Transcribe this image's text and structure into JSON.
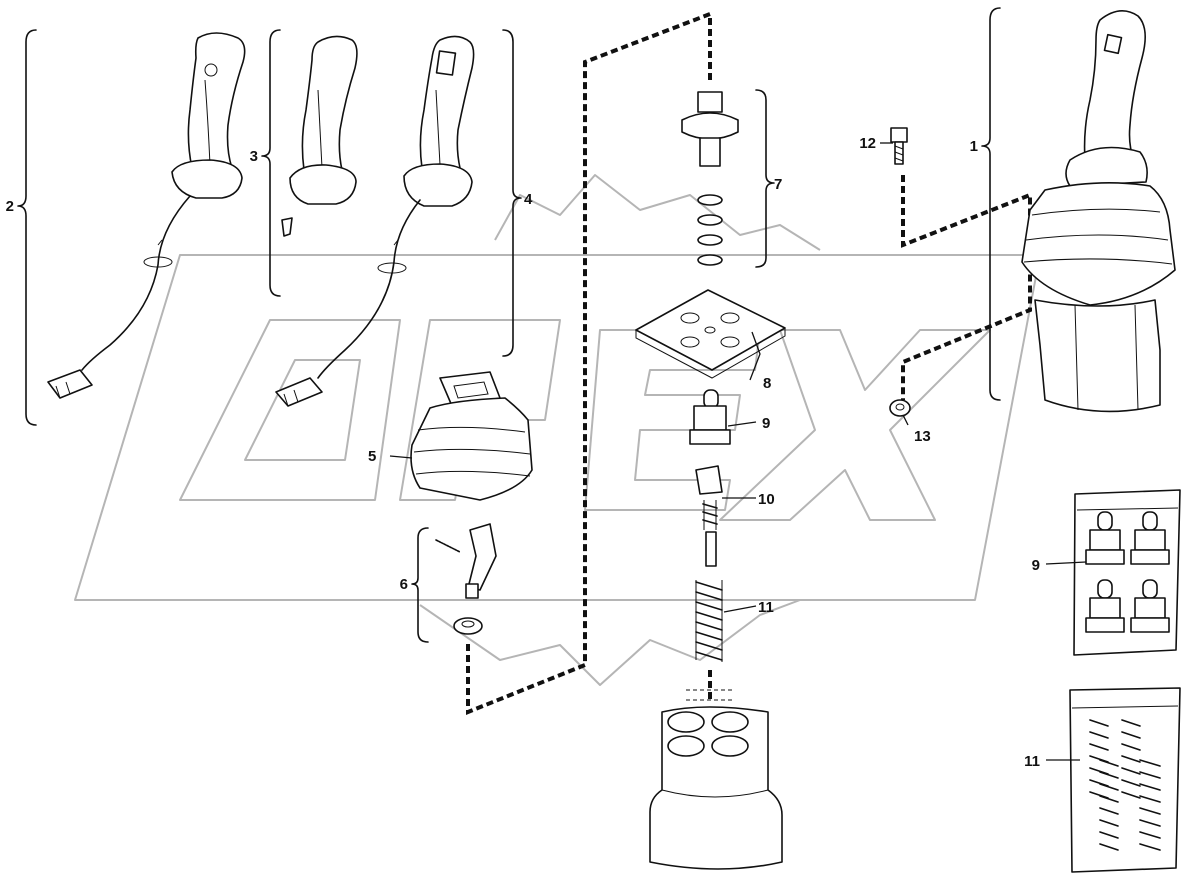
{
  "watermark": "OPEX",
  "callouts": [
    {
      "id": "c1",
      "text": "1"
    },
    {
      "id": "c2",
      "text": "2"
    },
    {
      "id": "c3",
      "text": "3"
    },
    {
      "id": "c4",
      "text": "4"
    },
    {
      "id": "c5",
      "text": "5"
    },
    {
      "id": "c6",
      "text": "6"
    },
    {
      "id": "c7",
      "text": "7"
    },
    {
      "id": "c8",
      "text": "8"
    },
    {
      "id": "c9",
      "text": "9"
    },
    {
      "id": "c10",
      "text": "10"
    },
    {
      "id": "c11",
      "text": "11"
    },
    {
      "id": "c12",
      "text": "12"
    },
    {
      "id": "c13",
      "text": "13"
    },
    {
      "id": "c9b",
      "text": "9"
    },
    {
      "id": "c11b",
      "text": "11"
    }
  ]
}
